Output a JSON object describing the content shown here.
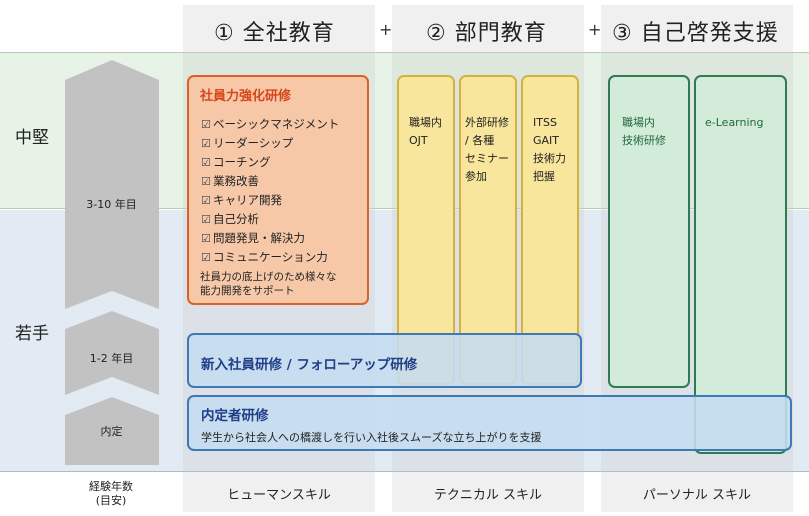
{
  "columns": {
    "human": "① 全社教育",
    "plus1": "+",
    "dept": "② 部門教育",
    "plus2": "+",
    "self": "③ 自己啓発支援"
  },
  "levels": {
    "mid": "中堅",
    "young": "若手"
  },
  "arrow": {
    "years_mid": "3-10 年目",
    "years_young": "1-2 年目",
    "naitei": "内定"
  },
  "footer": {
    "years_label_line1": "経験年数",
    "years_label_line2": "(目安)",
    "human": "ヒューマンスキル",
    "technical": "テクニカル スキル",
    "personal": "パーソナル スキル"
  },
  "orange_box": {
    "title": "社員力強化研修",
    "items": [
      "ベーシックマネジメント",
      "リーダーシップ",
      "コーチング",
      "業務改善",
      "キャリア開発",
      "自己分析",
      "問題発見・解決力",
      "コミュニケーション力"
    ],
    "note_line1": "社員力の底上げのため様々な",
    "note_line2": "能力開発をサポート"
  },
  "yellow_boxes": [
    {
      "line1": "職場内",
      "line2": "OJT"
    },
    {
      "line1": "外部研修",
      "line2": "/ 各種",
      "line3": "セミナー",
      "line4": "参加"
    },
    {
      "line1": "ITSS",
      "line2": "GAIT",
      "line3": "技術力",
      "line4": "把握"
    }
  ],
  "green_boxes": [
    {
      "line1": "職場内",
      "line2": "技術研修"
    },
    {
      "line1": "e-Learning"
    }
  ],
  "blue_boxes": {
    "newhire": "新入社員研修 / フォローアップ研修",
    "naitei_title": "内定者研修",
    "naitei_desc": "学生から社会人への橋渡しを行い入社後スムーズな立ち上がりを支援"
  },
  "colors": {
    "orange_border": "#d7632a",
    "orange_title": "#d6461b",
    "yellow_border": "#d4b23d",
    "green_border": "#2f7a55",
    "blue_border": "#3d79b4",
    "arrow_fill": "#c2c2c2"
  }
}
